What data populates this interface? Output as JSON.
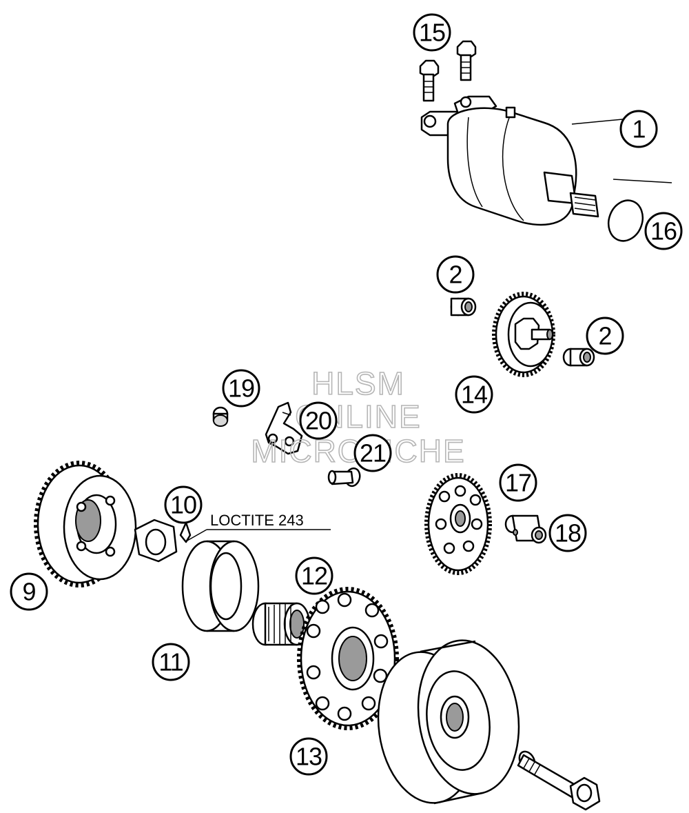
{
  "callouts": {
    "c1": "1",
    "c2a": "2",
    "c2b": "2",
    "c9": "9",
    "c10": "10",
    "c11": "11",
    "c12": "12",
    "c13": "13",
    "c14": "14",
    "c15": "15",
    "c16": "16",
    "c17": "17",
    "c18": "18",
    "c19": "19",
    "c20": "20",
    "c21": "21"
  },
  "note": {
    "loctite": "LOCTITE 243"
  },
  "watermark": {
    "line1": "HLSM",
    "line2": "ONLINE",
    "line3": "MICROFICHE"
  }
}
